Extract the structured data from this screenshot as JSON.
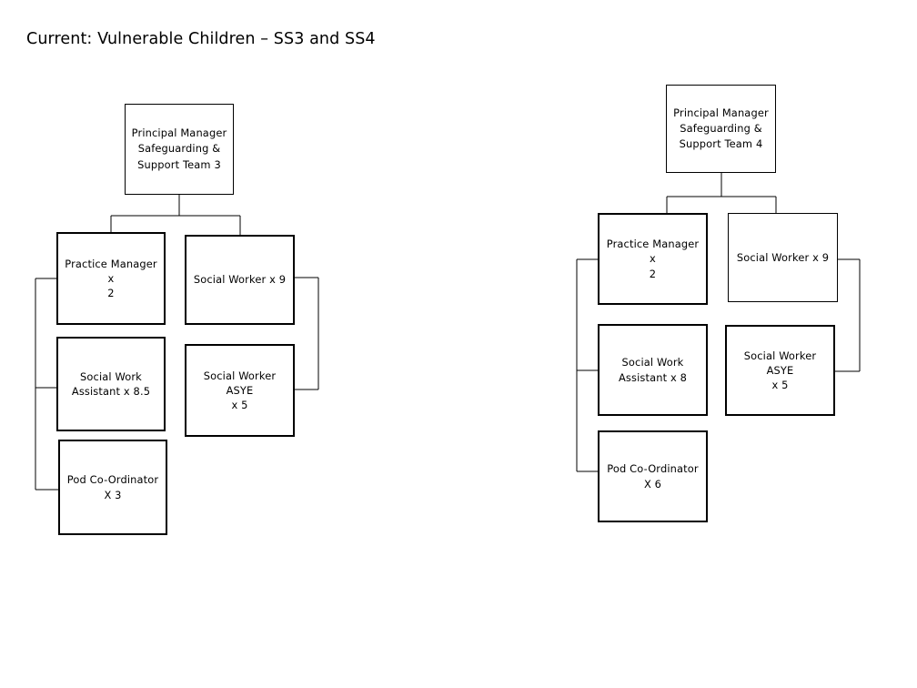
{
  "page": {
    "title": "Current: Vulnerable Children – SS3 and SS4",
    "background_color": "#ffffff",
    "line_color": "#000000",
    "box_fill_color": "#ffffff"
  },
  "charts": [
    {
      "id": "ss3",
      "name": "SS3 structure",
      "root": {
        "id": "ss3-root",
        "label": "Principal Manager\nSafeguarding &\nSupport Team 3",
        "role": "Principal Manager",
        "team": "Safeguarding & Support Team 3"
      },
      "left_column": [
        {
          "id": "ss3-practice-manager",
          "label": "Practice Manager x\n2",
          "role": "Practice Manager",
          "count": "2"
        },
        {
          "id": "ss3-social-work-assistant",
          "label": "Social Work\nAssistant x 8.5",
          "role": "Social Work Assistant",
          "count": "8.5"
        },
        {
          "id": "ss3-pod-coordinator",
          "label": "Pod Co-Ordinator\nX 3",
          "role": "Pod Co-Ordinator",
          "count": "3"
        }
      ],
      "right_column": [
        {
          "id": "ss3-social-worker",
          "label": "Social Worker x 9",
          "role": "Social Worker",
          "count": "9"
        },
        {
          "id": "ss3-social-worker-asye",
          "label": "Social Worker ASYE\nx 5",
          "role": "Social Worker ASYE",
          "count": "5"
        }
      ]
    },
    {
      "id": "ss4",
      "name": "SS4 structure",
      "root": {
        "id": "ss4-root",
        "label": "Principal Manager\nSafeguarding &\nSupport Team 4",
        "role": "Principal Manager",
        "team": "Safeguarding & Support Team 4"
      },
      "left_column": [
        {
          "id": "ss4-practice-manager",
          "label": "Practice Manager x\n2",
          "role": "Practice Manager",
          "count": "2"
        },
        {
          "id": "ss4-social-work-assistant",
          "label": "Social Work\nAssistant x 8",
          "role": "Social Work Assistant",
          "count": "8"
        },
        {
          "id": "ss4-pod-coordinator",
          "label": "Pod Co-Ordinator\nX 6",
          "role": "Pod Co-Ordinator",
          "count": "6"
        }
      ],
      "right_column": [
        {
          "id": "ss4-social-worker",
          "label": "Social Worker x 9",
          "role": "Social Worker",
          "count": "9"
        },
        {
          "id": "ss4-social-worker-asye",
          "label": "Social Worker ASYE\nx 5",
          "role": "Social Worker ASYE",
          "count": "5"
        }
      ]
    }
  ]
}
